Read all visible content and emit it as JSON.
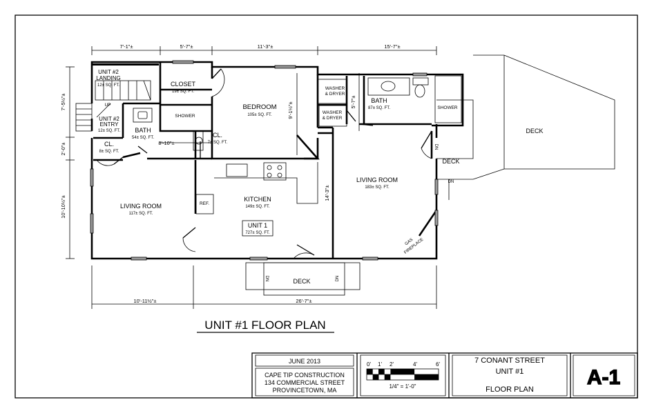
{
  "sheet": {
    "title": "UNIT #1 FLOOR PLAN",
    "date": "JUNE 2013",
    "company": "CAPE TIP CONSTRUCTION",
    "company_address": "134 COMMERCIAL STREET",
    "company_city": "PROVINCETOWN, MA",
    "project_address": "7 CONANT STREET",
    "project_unit": "UNIT #1",
    "drawing_name": "FLOOR PLAN",
    "sheet_number": "A-1",
    "scale_text": "1/4\" = 1'-0\"",
    "scale_ticks": [
      "0'",
      "1'",
      "2'",
      "4'",
      "6'"
    ]
  },
  "dimensions": {
    "top": [
      "7'-1\"±",
      "5'-7\"±",
      "11'-3\"±",
      "15'-7\"±"
    ],
    "left": [
      "7'-5½\"±",
      "2'-0\"±",
      "10'-10½\"±"
    ],
    "bottom": [
      "10'-11½\"±",
      "26'-7\"±"
    ],
    "interior": [
      "8'-10\"±",
      "9'-1½\"±",
      "5'-7\"±",
      "14'-3\"±"
    ]
  },
  "rooms": [
    {
      "name": "UNIT #2",
      "sub": "LANDING",
      "area": "12± SQ. FT."
    },
    {
      "name": "UNIT #2",
      "sub": "ENTRY",
      "area": "12± SQ. FT."
    },
    {
      "name": "CL.",
      "area": "8± SQ. FT."
    },
    {
      "name": "CLOSET",
      "area": "19± SQ. FT."
    },
    {
      "name": "BATH",
      "area": "54± SQ. FT."
    },
    {
      "name": "CL.",
      "area": "7± SQ. FT."
    },
    {
      "name": "BEDROOM",
      "area": "105± SQ. FT."
    },
    {
      "name": "BATH",
      "area": "87± SQ. FT."
    },
    {
      "name": "LIVING ROOM",
      "area": "183± SQ. FT."
    },
    {
      "name": "LIVING ROOM",
      "area": "117± SQ. FT."
    },
    {
      "name": "KITCHEN",
      "area": "149± SQ. FT."
    },
    {
      "name": "UNIT 1",
      "area": "727± SQ. FT."
    }
  ],
  "labels": {
    "shower1": "SHOWER",
    "shower2": "SHOWER",
    "washer1": "WASHER",
    "dryer1": "& DRYER",
    "washer2": "WASHER",
    "dryer2": "& DRYER",
    "ref": "REF.",
    "up": "UP",
    "dn": "DN",
    "deck": "DECK",
    "gas": "GAS",
    "fireplace": "FIREPLACE"
  }
}
